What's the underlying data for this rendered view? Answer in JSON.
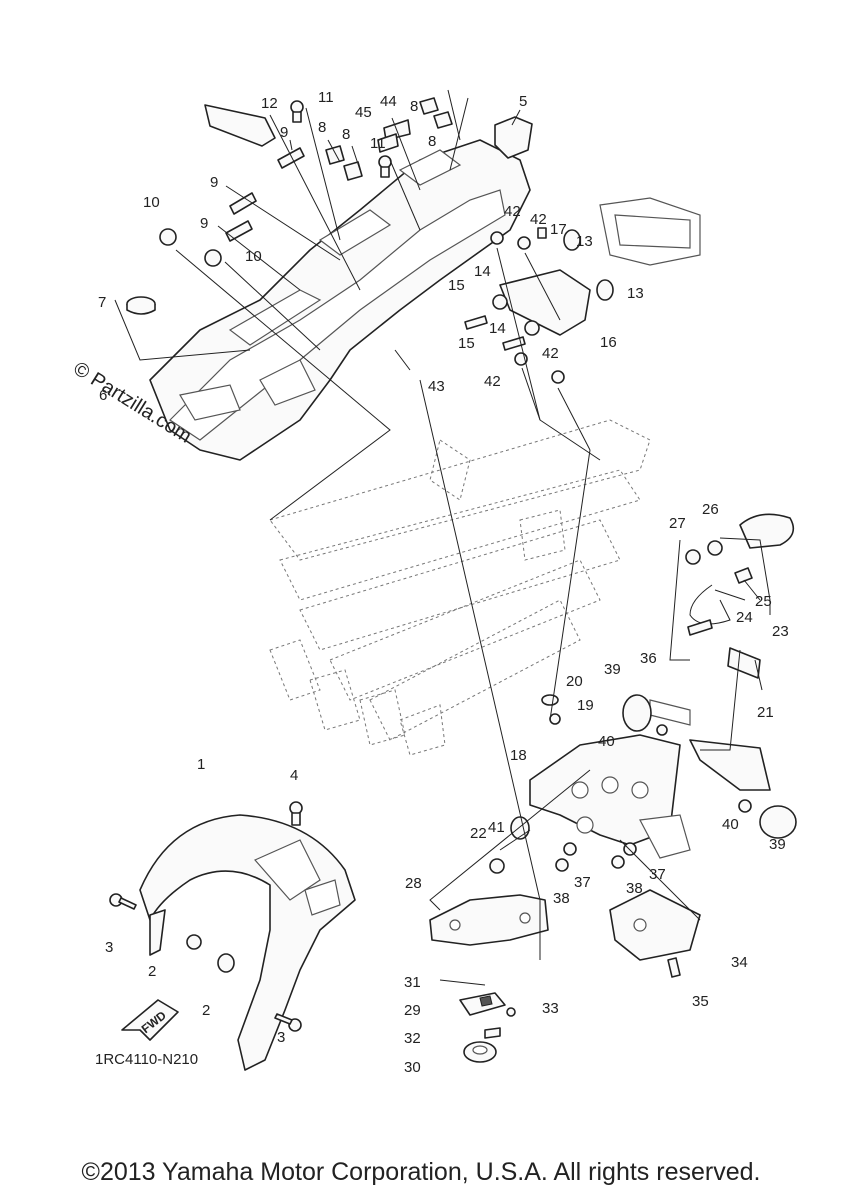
{
  "watermark": "© Partzilla.com",
  "diagram_code": "1RC4110-N210",
  "fwd_label": "FWD",
  "copyright": "©2013 Yamaha Motor Corporation, U.S.A. All rights reserved.",
  "callouts": [
    "1",
    "2",
    "2",
    "3",
    "3",
    "4",
    "5",
    "6",
    "7",
    "8",
    "8",
    "8",
    "8",
    "9",
    "9",
    "9",
    "10",
    "10",
    "11",
    "11",
    "12",
    "13",
    "13",
    "14",
    "14",
    "15",
    "15",
    "16",
    "17",
    "18",
    "19",
    "20",
    "21",
    "22",
    "23",
    "24",
    "25",
    "26",
    "27",
    "28",
    "29",
    "30",
    "31",
    "32",
    "33",
    "34",
    "35",
    "36",
    "37",
    "37",
    "38",
    "38",
    "39",
    "39",
    "40",
    "40",
    "41",
    "42",
    "42",
    "42",
    "42",
    "43",
    "44",
    "45"
  ]
}
